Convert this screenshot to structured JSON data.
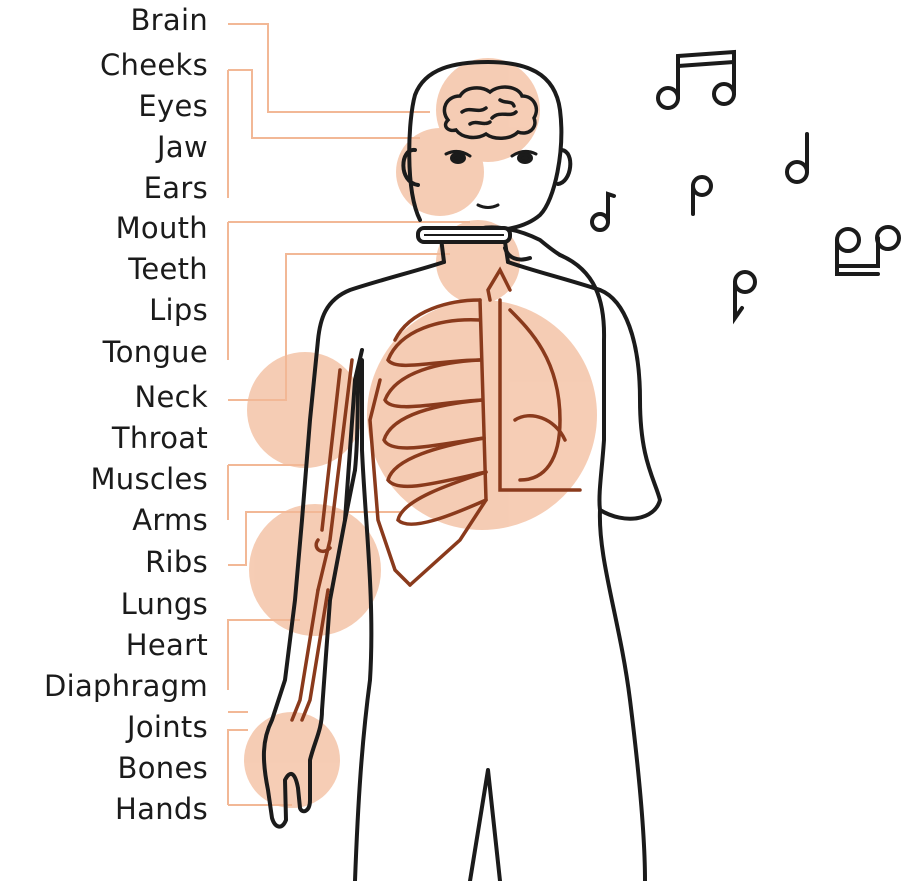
{
  "labels": {
    "brain": "Brain",
    "cheeks": "Cheeks",
    "eyes": "Eyes",
    "jaw": "Jaw",
    "ears": "Ears",
    "mouth": "Mouth",
    "teeth": "Teeth",
    "lips": "Lips",
    "tongue": "Tongue",
    "neck": "Neck",
    "throat": "Throat",
    "muscles": "Muscles",
    "arms": "Arms",
    "ribs": "Ribs",
    "lungs": "Lungs",
    "heart": "Heart",
    "diaphragm": "Diaphragm",
    "joints": "Joints",
    "bones": "Bones",
    "hands": "Hands"
  },
  "colors": {
    "highlight": "#f4c4a8",
    "line_orange": "#f2b896",
    "outline": "#1b1b1b",
    "highlight_outline": "#8a3a1c"
  },
  "icons": [
    "music-note-icon",
    "harmonica-icon",
    "brain-icon",
    "ribcage-icon"
  ]
}
